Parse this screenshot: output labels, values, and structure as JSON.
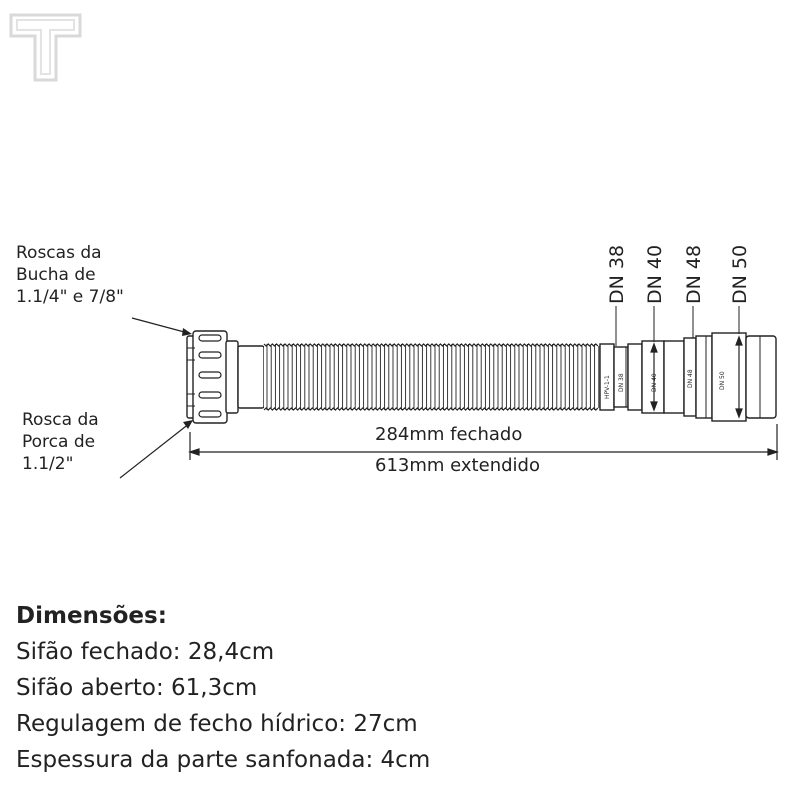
{
  "logo": {
    "name": "t-logo-icon"
  },
  "callouts": {
    "thread_top": [
      "Roscas da",
      "Bucha de",
      "1.1/4\" e 7/8\""
    ],
    "thread_bottom": [
      "Rosca da",
      "Porca de",
      "1.1/2\""
    ]
  },
  "dn_labels": [
    "DN 38",
    "DN 40",
    "DN 48",
    "DN 50"
  ],
  "small_marks": {
    "part_code": "HPV-1-1",
    "dn38": "DN 38",
    "dn40": "DN 40",
    "dn48": "DN 48",
    "dn50": "DN 50"
  },
  "dimension": {
    "closed": "284mm fechado",
    "extended": "613mm extendido"
  },
  "specs": {
    "title": "Dimensões:",
    "lines": [
      "Sifão fechado: 28,4cm",
      "Sifão aberto: 61,3cm",
      "Regulagem de fecho hídrico: 27cm",
      "Espessura da parte sanfonada: 4cm"
    ]
  }
}
